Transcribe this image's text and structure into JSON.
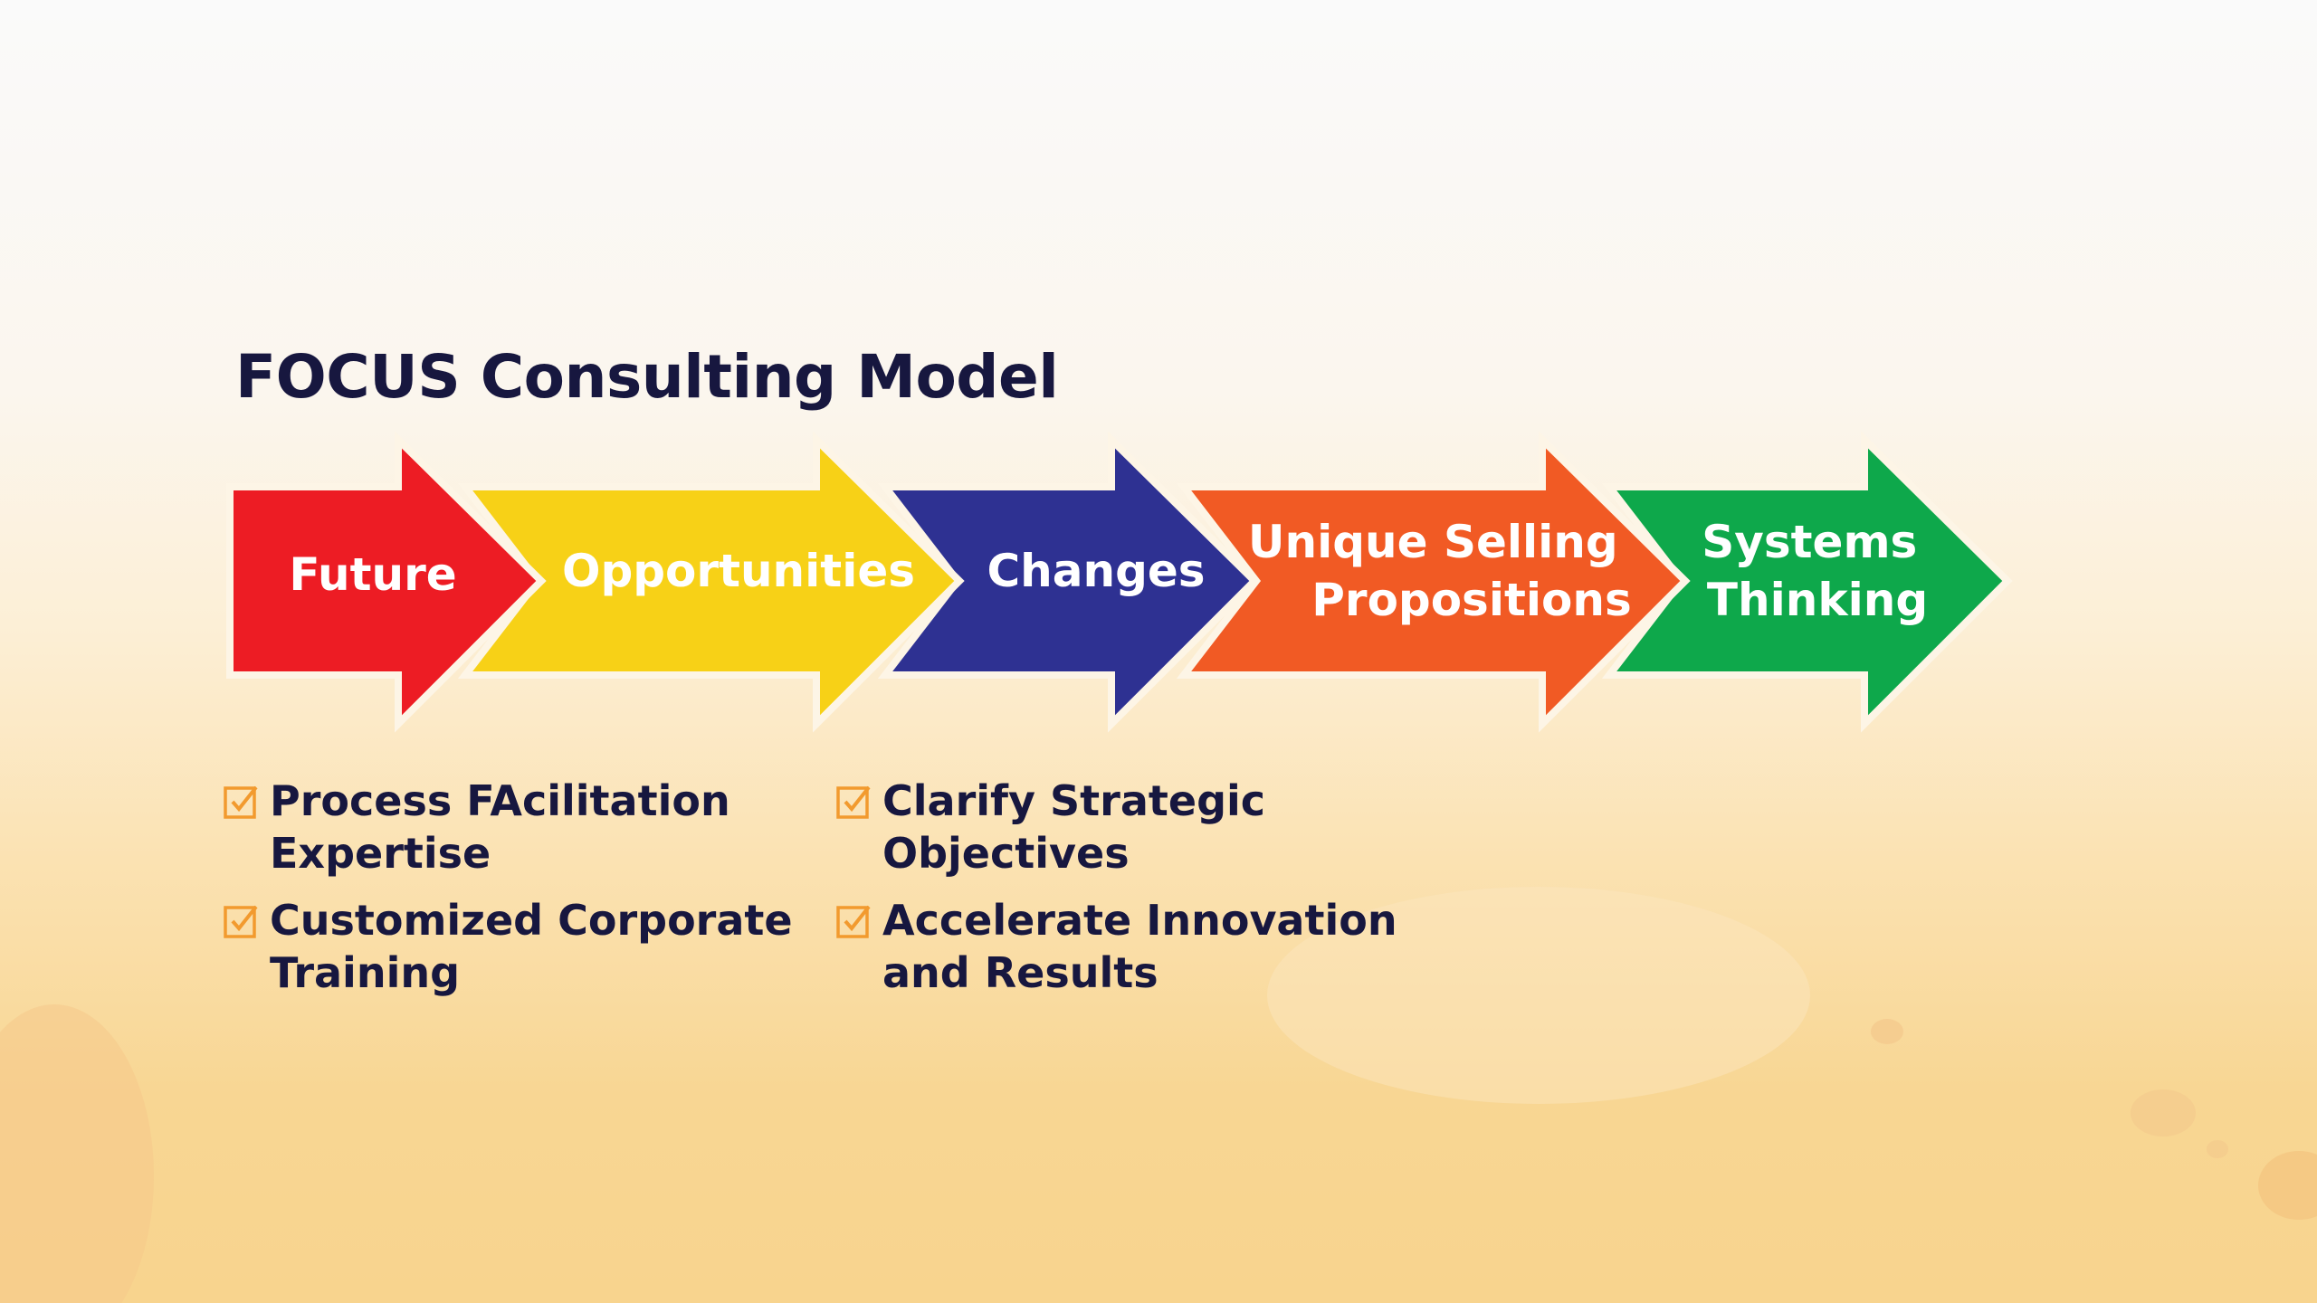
{
  "title": "FOCUS Consulting Model",
  "colors": {
    "future": "#ed1c24",
    "opportunities": "#f7d117",
    "changes": "#2e3192",
    "usp": "#f15a24",
    "systems": "#0ea84b",
    "text": "#17173f",
    "checkbox": "#f29a2e"
  },
  "steps": [
    {
      "lines": [
        "Future"
      ],
      "color": "#ed1c24"
    },
    {
      "lines": [
        "Opportunities"
      ],
      "color": "#f7d117"
    },
    {
      "lines": [
        "Changes"
      ],
      "color": "#2e3192"
    },
    {
      "lines": [
        "Unique Selling",
        "Propositions"
      ],
      "color": "#f15a24"
    },
    {
      "lines": [
        "Systems",
        "Thinking"
      ],
      "color": "#0ea84b"
    }
  ],
  "bullets": {
    "left": [
      {
        "line1": "Process FAcilitation",
        "line2": "Expertise"
      },
      {
        "line1": "Customized Corporate",
        "line2": "Training"
      }
    ],
    "right": [
      {
        "line1": "Clarify Strategic",
        "line2": "Objectives"
      },
      {
        "line1": "Accelerate Innovation",
        "line2": "and Results"
      }
    ]
  },
  "icons": {
    "checkbox": "checkbox-checked-icon"
  }
}
